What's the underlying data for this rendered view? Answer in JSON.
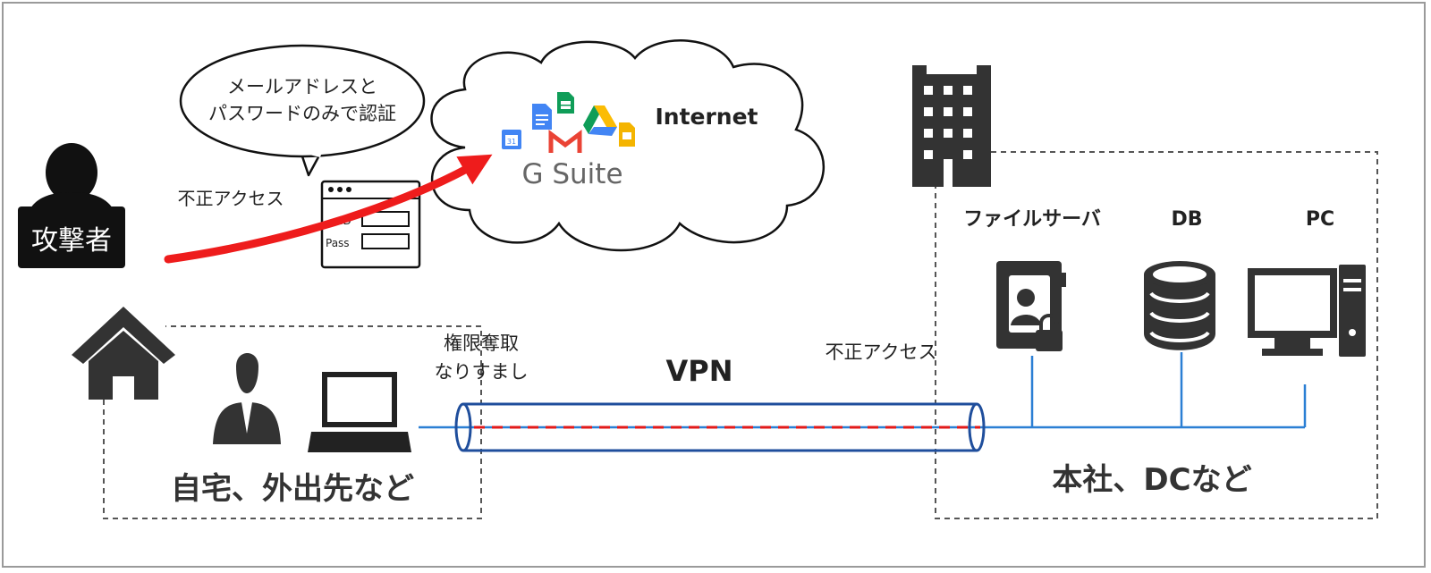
{
  "speech_bubble": {
    "line1": "メールアドレスと",
    "line2": "パスワードのみで認証"
  },
  "cloud": {
    "internet_label": "Internet",
    "gsuite_label": "G Suite"
  },
  "attacker": {
    "label": "攻撃者",
    "access_label": "不正アクセス"
  },
  "login_window": {
    "id_label": "ID",
    "pass_label": "Pass"
  },
  "home": {
    "region_label": "自宅、外出先など"
  },
  "vpn": {
    "label": "VPN",
    "hijack_line1": "権限奪取",
    "hijack_line2": "なりすまし",
    "access_label": "不正アクセス"
  },
  "office": {
    "region_label": "本社、DCなど",
    "file_server_label": "ファイルサーバ",
    "db_label": "DB",
    "pc_label": "PC"
  },
  "colors": {
    "arrow": "#ee1c1c",
    "vpn_pipe": "#1f4e9c",
    "network_line": "#2b7fd4",
    "icon": "#333333",
    "dashed_border": "#555555"
  }
}
